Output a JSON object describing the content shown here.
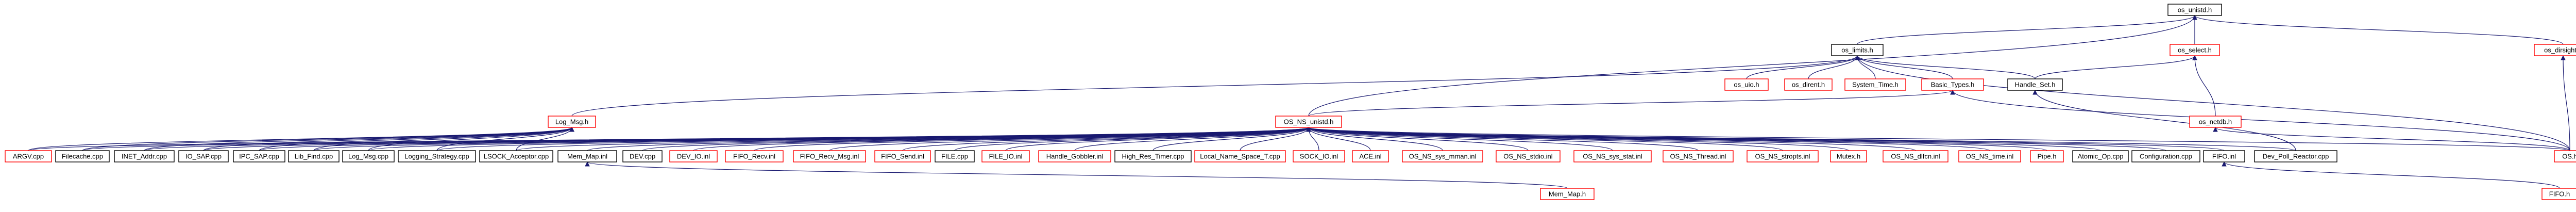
{
  "colors": {
    "root_fill": "#bfbfbf",
    "box_stroke_red": "#ff0000",
    "box_stroke_black": "#000000",
    "edge_navy": "#191970",
    "background": "#ffffff"
  },
  "nodes": [
    {
      "id": "n0",
      "label": "os_unistd.h",
      "border": "black",
      "root": true
    },
    {
      "id": "n1",
      "label": "os_limits.h",
      "border": "black"
    },
    {
      "id": "n2",
      "label": "os_select.h",
      "border": "red"
    },
    {
      "id": "n3",
      "label": "os_dirsight.h",
      "border": "red"
    },
    {
      "id": "n4",
      "label": "os_uio.h",
      "border": "red"
    },
    {
      "id": "n5",
      "label": "os_dirent.h",
      "border": "red"
    },
    {
      "id": "n6",
      "label": "System_Time.h",
      "border": "red"
    },
    {
      "id": "n7",
      "label": "Basic_Types.h",
      "border": "red"
    },
    {
      "id": "n8",
      "label": "Handle_Set.h",
      "border": "black"
    },
    {
      "id": "n9",
      "label": "Log_Msg.h",
      "border": "red"
    },
    {
      "id": "n10",
      "label": "OS_NS_unistd.h",
      "border": "red"
    },
    {
      "id": "n11",
      "label": "os_netdb.h",
      "border": "red"
    },
    {
      "id": "n12",
      "label": "ARGV.cpp",
      "border": "red"
    },
    {
      "id": "n13",
      "label": "Filecache.cpp",
      "border": "black"
    },
    {
      "id": "n14",
      "label": "INET_Addr.cpp",
      "border": "black"
    },
    {
      "id": "n15",
      "label": "IO_SAP.cpp",
      "border": "black"
    },
    {
      "id": "n16",
      "label": "IPC_SAP.cpp",
      "border": "black"
    },
    {
      "id": "n17",
      "label": "Lib_Find.cpp",
      "border": "black"
    },
    {
      "id": "n18",
      "label": "Log_Msg.cpp",
      "border": "black"
    },
    {
      "id": "n19",
      "label": "Logging_Strategy.cpp",
      "border": "black"
    },
    {
      "id": "n20",
      "label": "LSOCK_Acceptor.cpp",
      "border": "black"
    },
    {
      "id": "n21",
      "label": "Mem_Map.inl",
      "border": "black"
    },
    {
      "id": "n22",
      "label": "DEV.cpp",
      "border": "black"
    },
    {
      "id": "n23",
      "label": "DEV_IO.inl",
      "border": "red"
    },
    {
      "id": "n24",
      "label": "FIFO_Recv.inl",
      "border": "red"
    },
    {
      "id": "n25",
      "label": "FIFO_Recv_Msg.inl",
      "border": "red"
    },
    {
      "id": "n26",
      "label": "FIFO_Send.inl",
      "border": "red"
    },
    {
      "id": "n27",
      "label": "FILE.cpp",
      "border": "black"
    },
    {
      "id": "n28",
      "label": "FILE_IO.inl",
      "border": "red"
    },
    {
      "id": "n29",
      "label": "Handle_Gobbler.inl",
      "border": "red"
    },
    {
      "id": "n30",
      "label": "High_Res_Timer.cpp",
      "border": "black"
    },
    {
      "id": "n31",
      "label": "Local_Name_Space_T.cpp",
      "border": "red"
    },
    {
      "id": "n32",
      "label": "SOCK_IO.inl",
      "border": "red"
    },
    {
      "id": "n33",
      "label": "ACE.inl",
      "border": "red"
    },
    {
      "id": "n34",
      "label": "OS_NS_sys_mman.inl",
      "border": "red"
    },
    {
      "id": "n35",
      "label": "OS_NS_stdio.inl",
      "border": "red"
    },
    {
      "id": "n36",
      "label": "OS_NS_sys_stat.inl",
      "border": "red"
    },
    {
      "id": "n37",
      "label": "OS_NS_Thread.inl",
      "border": "red"
    },
    {
      "id": "n38",
      "label": "OS_NS_stropts.inl",
      "border": "red"
    },
    {
      "id": "n39",
      "label": "Mutex.h",
      "border": "red"
    },
    {
      "id": "n40",
      "label": "OS_NS_dlfcn.inl",
      "border": "red"
    },
    {
      "id": "n41",
      "label": "OS_NS_time.inl",
      "border": "red"
    },
    {
      "id": "n42",
      "label": "Pipe.h",
      "border": "red"
    },
    {
      "id": "n43",
      "label": "Atomic_Op.cpp",
      "border": "black"
    },
    {
      "id": "n44",
      "label": "Configuration.cpp",
      "border": "black"
    },
    {
      "id": "n45",
      "label": "FIFO.inl",
      "border": "black"
    },
    {
      "id": "n46",
      "label": "Dev_Poll_Reactor.cpp",
      "border": "black"
    },
    {
      "id": "n47",
      "label": "OS.h",
      "border": "red"
    },
    {
      "id": "n48",
      "label": "Mem_Map.h",
      "border": "red"
    },
    {
      "id": "n49",
      "label": "FIFO.h",
      "border": "red"
    }
  ],
  "edges": [
    [
      "n1",
      "n0"
    ],
    [
      "n2",
      "n0"
    ],
    [
      "n3",
      "n0"
    ],
    [
      "n10",
      "n0"
    ],
    [
      "n4",
      "n1"
    ],
    [
      "n5",
      "n1"
    ],
    [
      "n6",
      "n1"
    ],
    [
      "n7",
      "n1"
    ],
    [
      "n8",
      "n1"
    ],
    [
      "n9",
      "n1"
    ],
    [
      "n47",
      "n1"
    ],
    [
      "n8",
      "n2"
    ],
    [
      "n11",
      "n2"
    ],
    [
      "n47",
      "n3"
    ],
    [
      "n47",
      "n7"
    ],
    [
      "n10",
      "n7"
    ],
    [
      "n46",
      "n8"
    ],
    [
      "n47",
      "n11"
    ],
    [
      "n12",
      "n9"
    ],
    [
      "n13",
      "n9"
    ],
    [
      "n14",
      "n9"
    ],
    [
      "n15",
      "n9"
    ],
    [
      "n16",
      "n9"
    ],
    [
      "n17",
      "n9"
    ],
    [
      "n18",
      "n9"
    ],
    [
      "n19",
      "n9"
    ],
    [
      "n20",
      "n9"
    ],
    [
      "n12",
      "n10"
    ],
    [
      "n13",
      "n10"
    ],
    [
      "n14",
      "n10"
    ],
    [
      "n15",
      "n10"
    ],
    [
      "n16",
      "n10"
    ],
    [
      "n17",
      "n10"
    ],
    [
      "n18",
      "n10"
    ],
    [
      "n19",
      "n10"
    ],
    [
      "n20",
      "n10"
    ],
    [
      "n21",
      "n10"
    ],
    [
      "n22",
      "n10"
    ],
    [
      "n23",
      "n10"
    ],
    [
      "n24",
      "n10"
    ],
    [
      "n25",
      "n10"
    ],
    [
      "n26",
      "n10"
    ],
    [
      "n27",
      "n10"
    ],
    [
      "n28",
      "n10"
    ],
    [
      "n29",
      "n10"
    ],
    [
      "n30",
      "n10"
    ],
    [
      "n31",
      "n10"
    ],
    [
      "n32",
      "n10"
    ],
    [
      "n33",
      "n10"
    ],
    [
      "n34",
      "n10"
    ],
    [
      "n35",
      "n10"
    ],
    [
      "n36",
      "n10"
    ],
    [
      "n37",
      "n10"
    ],
    [
      "n38",
      "n10"
    ],
    [
      "n39",
      "n10"
    ],
    [
      "n40",
      "n10"
    ],
    [
      "n41",
      "n10"
    ],
    [
      "n42",
      "n10"
    ],
    [
      "n43",
      "n10"
    ],
    [
      "n44",
      "n10"
    ],
    [
      "n45",
      "n10"
    ],
    [
      "n46",
      "n10"
    ],
    [
      "n47",
      "n10"
    ],
    [
      "n48",
      "n21"
    ],
    [
      "n49",
      "n45"
    ]
  ]
}
